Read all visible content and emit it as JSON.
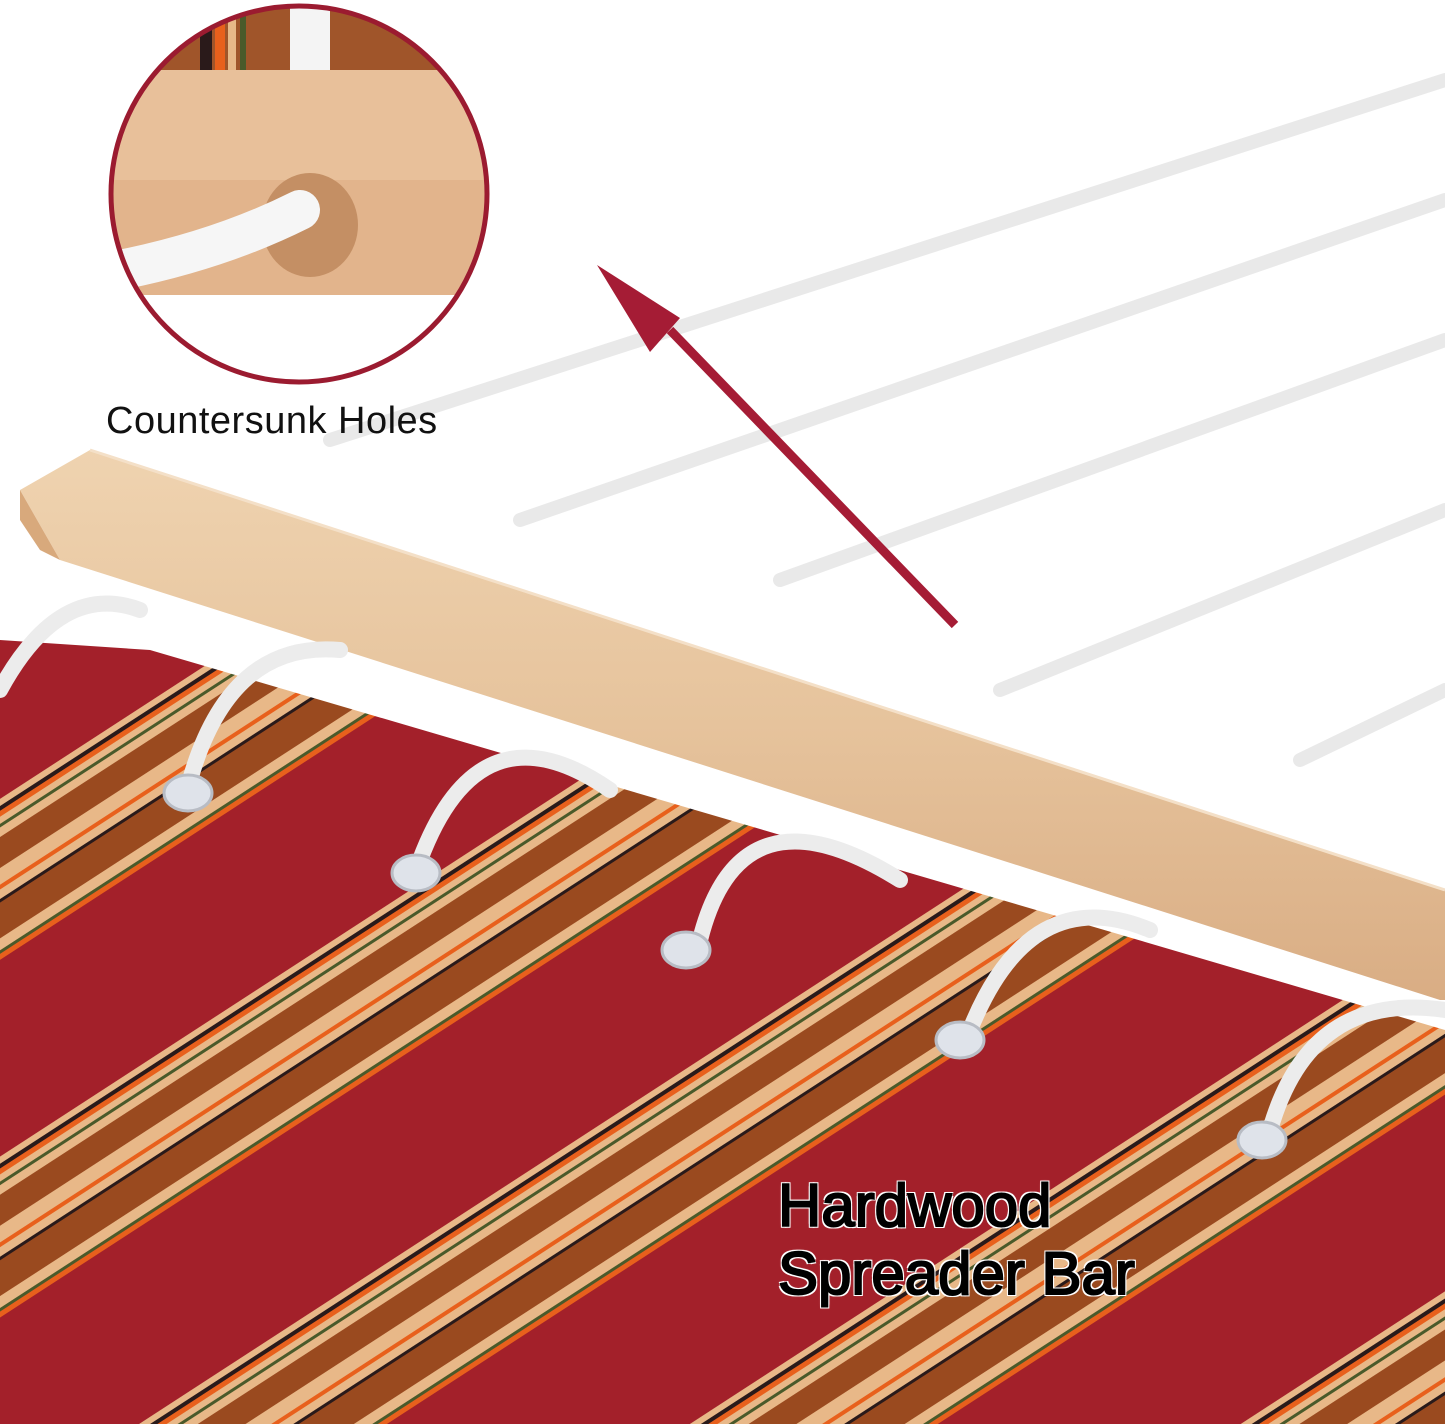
{
  "image": {
    "subject": "Hammock with hardwood spreader bar",
    "background_color": "#ffffff"
  },
  "callouts": {
    "inset": {
      "label": "Countersunk Holes",
      "border_color": "#9b1b30",
      "shape": "circle"
    },
    "main": {
      "line1": "Hardwood",
      "line2": "Spreader Bar"
    },
    "arrow": {
      "color": "#a51c35",
      "direction": "up-left"
    }
  },
  "palette": {
    "wood": "#e3bf98",
    "wood_dark": "#cfa37a",
    "rope": "#eeeeee",
    "fabric_red": "#a3202a",
    "fabric_brown": "#9a4a1f",
    "fabric_tan": "#e8b888",
    "fabric_orange": "#e8601c",
    "fabric_green": "#4a5a2a",
    "fabric_dark": "#2a1a1a",
    "grommet": "#dfe3ea"
  }
}
